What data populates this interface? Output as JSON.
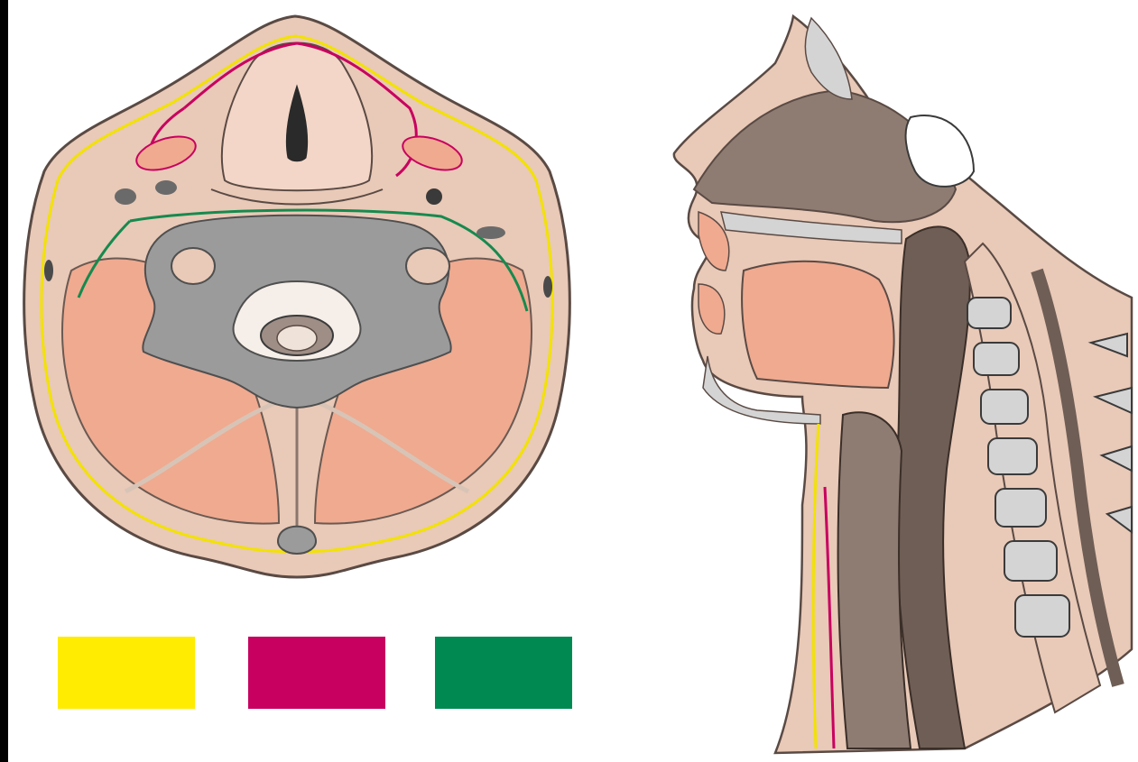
{
  "figures": [
    {
      "name": "neck-cross-section",
      "kind": "axial"
    },
    {
      "name": "head-neck-sagittal-section",
      "kind": "sagittal"
    }
  ],
  "legend": {
    "swatches": [
      {
        "color": "#FFEC00"
      },
      {
        "color": "#C8005F"
      },
      {
        "color": "#008A52"
      }
    ]
  },
  "palette": {
    "skin": "#E9C9B7",
    "muscle": "#EFAA90",
    "bone": "#9B9B9B",
    "cartilage": "#D4D4D4",
    "cavity_dark": "#9E8E86",
    "outline": "#5A4A44"
  }
}
